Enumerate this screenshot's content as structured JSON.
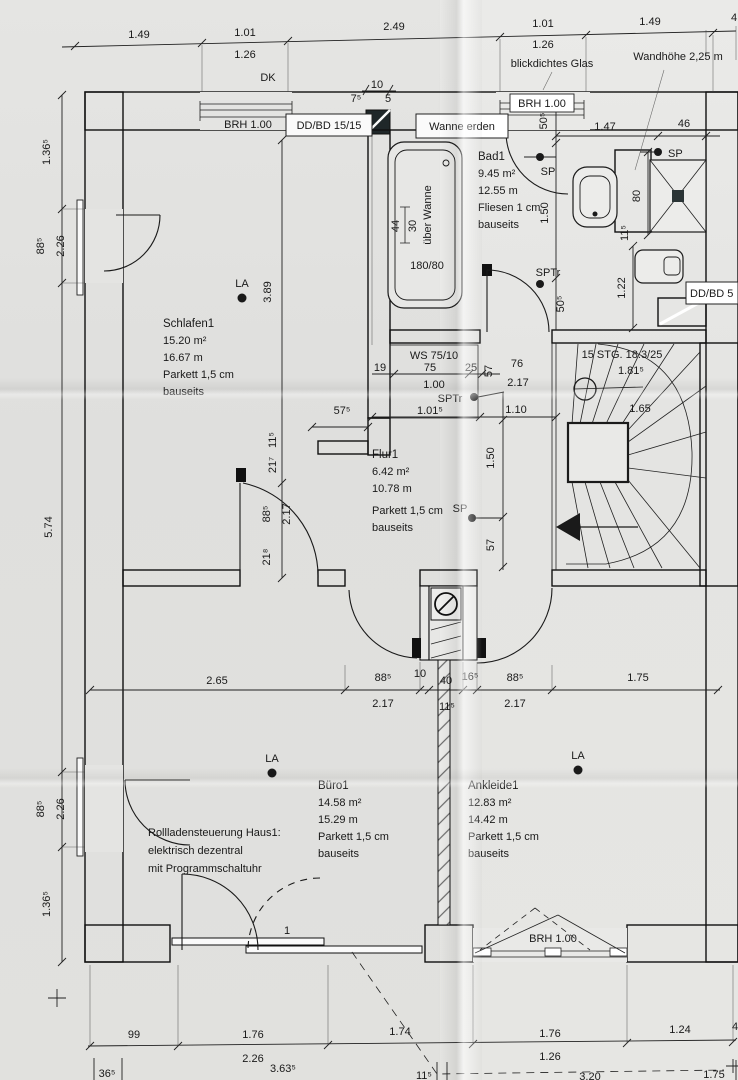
{
  "colors": {
    "paper": "#e7e7e5",
    "wall_hatch_fill": "#9aaaa6",
    "wall_dark": "#4e5f60",
    "line": "#1a1a1a"
  },
  "header": {
    "dk": "DK",
    "blickdichtes_glas": "blickdichtes Glas",
    "wandhoehe": "Wandhöhe 2,25 m"
  },
  "top_chain": {
    "d1": "1.49",
    "d2": "1.01",
    "d2b": "1.26",
    "d3": "2.49",
    "d4": "1.01",
    "d4b": "1.26",
    "d5": "1.49",
    "d6": "4"
  },
  "left_chain": {
    "d1": "1.36⁵",
    "d2": "88⁵",
    "d2b": "2.26",
    "d3": "5.74",
    "d4": "88⁵",
    "d4b": "2.26",
    "d5": "1.36⁵"
  },
  "mid_chain": {
    "d1": "2.65",
    "d2": "88⁵",
    "d3": "10",
    "d4": "40",
    "d5": "16⁵",
    "d6": "88⁵",
    "d7": "1.75",
    "d8": "2.17",
    "d9": "11⁵",
    "d10": "2.17"
  },
  "bottom_chain": {
    "d1": "99",
    "d2": "1.76",
    "d2b": "2.26",
    "d3": "1.74",
    "d4": "1.76",
    "d4b": "1.26",
    "d5": "1.24",
    "d6": "4",
    "e1": "36⁵",
    "e2": "3.63⁵",
    "e3": "11⁵",
    "e4": "3.20",
    "e5": "1.75"
  },
  "openings": {
    "brh_w1": "BRH 1.00",
    "brh_w2": "BRH 1.00",
    "brh_w3": "BRH 1.00",
    "ddbd1515": "DD/BD 15/15",
    "ddbd5": "DD/BD 5",
    "shaft_d10": "10",
    "shaft_d75": "7⁵",
    "shaft_d5": "5",
    "door1": "1"
  },
  "bad": {
    "name": "Bad1",
    "area": "9.45 m²",
    "perimeter": "12.55 m",
    "floor": "Fliesen 1 cm",
    "note": "bauseits",
    "wanne_erden": "Wanne erden",
    "tub_size": "180/80",
    "tub_over": "über Wanne",
    "tub_d44": "44",
    "tub_d30": "30",
    "sp1": "SP",
    "sp2": "SP",
    "sptr": "SPTr",
    "d147": "1.47",
    "d46": "46",
    "d505a": "50⁵",
    "d150": "1.50",
    "d505b": "50⁵",
    "d80": "80",
    "d115": "11⁵",
    "d122": "1.22"
  },
  "schlafen": {
    "name": "Schlafen1",
    "area": "15.20 m²",
    "perimeter": "16.67 m",
    "floor": "Parkett 1,5 cm",
    "note": "bauseits",
    "la": "LA",
    "d389": "3.89",
    "d575": "57⁵",
    "d115": "11⁵",
    "d217s": "21⁷",
    "d885": "88⁵",
    "d217": "2.17",
    "d218": "21⁸"
  },
  "ws": {
    "label": "WS 75/10",
    "d19": "19",
    "d75": "75",
    "d25": "25",
    "d57": "57",
    "d76": "76",
    "d100": "1.00",
    "d217": "2.17",
    "sptr": "SPTr",
    "d1015": "1.01⁵",
    "d110": "1.10"
  },
  "flur": {
    "name": "Flur1",
    "area": "6.42 m²",
    "perimeter": "10.78 m",
    "floor": "Parkett 1,5 cm",
    "note": "bauseits",
    "sp": "SP",
    "d150": "1.50",
    "d57": "57"
  },
  "stair": {
    "steps": "15 STG. 18.3/25",
    "d1815": "1.81⁵",
    "d165": "1.65"
  },
  "buero": {
    "name": "Büro1",
    "area": "14.58 m²",
    "perimeter": "15.29 m",
    "floor": "Parkett 1,5 cm",
    "note": "bauseits",
    "la": "LA"
  },
  "ankleide": {
    "name": "Ankleide1",
    "area": "12.83 m²",
    "perimeter": "14.42 m",
    "floor": "Parkett 1,5 cm",
    "note": "bauseits",
    "la": "LA"
  },
  "notes": {
    "rollladen1": "Rollladensteuerung Haus1:",
    "rollladen2": "elektrisch dezentral",
    "rollladen3": "mit Programmschaltuhr"
  }
}
